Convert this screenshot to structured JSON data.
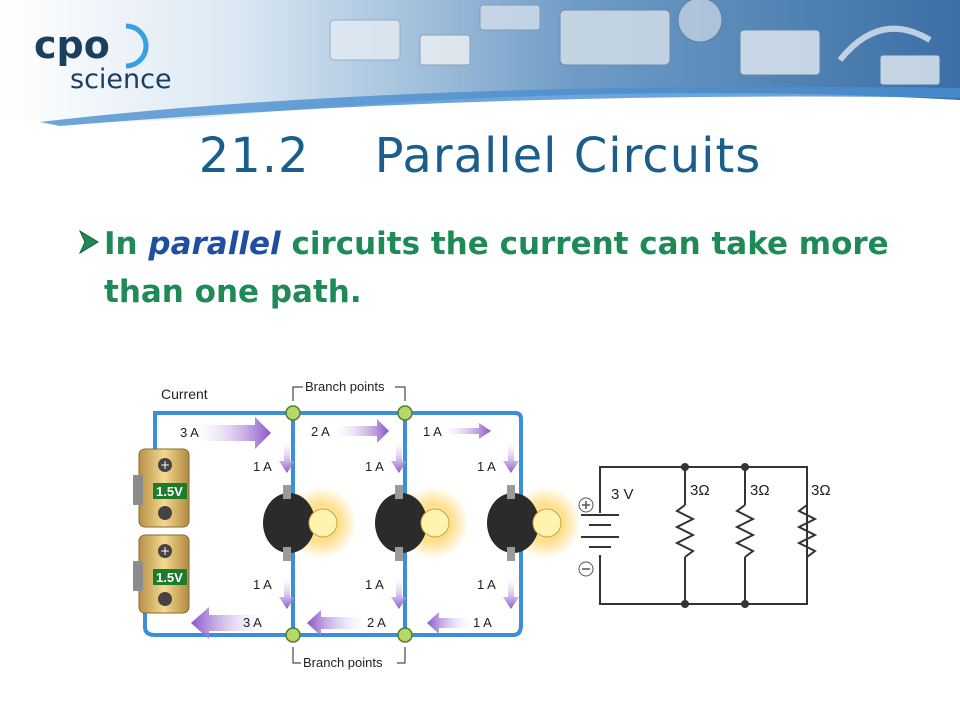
{
  "logo": {
    "brand_top": "cpo",
    "brand_bottom": "science"
  },
  "slide": {
    "number": "21.2",
    "title": "Parallel Circuits",
    "bullet": {
      "prefix": "In",
      "emphasis": "parallel",
      "suffix": "circuits the current can take more than one path."
    }
  },
  "diagram": {
    "labels": {
      "current": "Current",
      "branch_points_top": "Branch points",
      "branch_points_bottom": "Branch points"
    },
    "top_currents": [
      "3 A",
      "2 A",
      "1 A"
    ],
    "bottom_currents": [
      "3 A",
      "2 A",
      "1 A"
    ],
    "branch_currents_upper": [
      "1 A",
      "1 A",
      "1 A"
    ],
    "branch_currents_lower": [
      "1 A",
      "1 A",
      "1 A"
    ],
    "batteries": [
      "1.5V",
      "1.5V"
    ],
    "schematic": {
      "source": "3 V",
      "resistors": [
        "3Ω",
        "3Ω",
        "3Ω"
      ]
    }
  },
  "colors": {
    "title": "#1a5e8c",
    "bullet_text": "#1e8a55",
    "emphasis": "#1f4f9e",
    "wire": "#3b8fd6",
    "arrow": "#8a54c8"
  }
}
